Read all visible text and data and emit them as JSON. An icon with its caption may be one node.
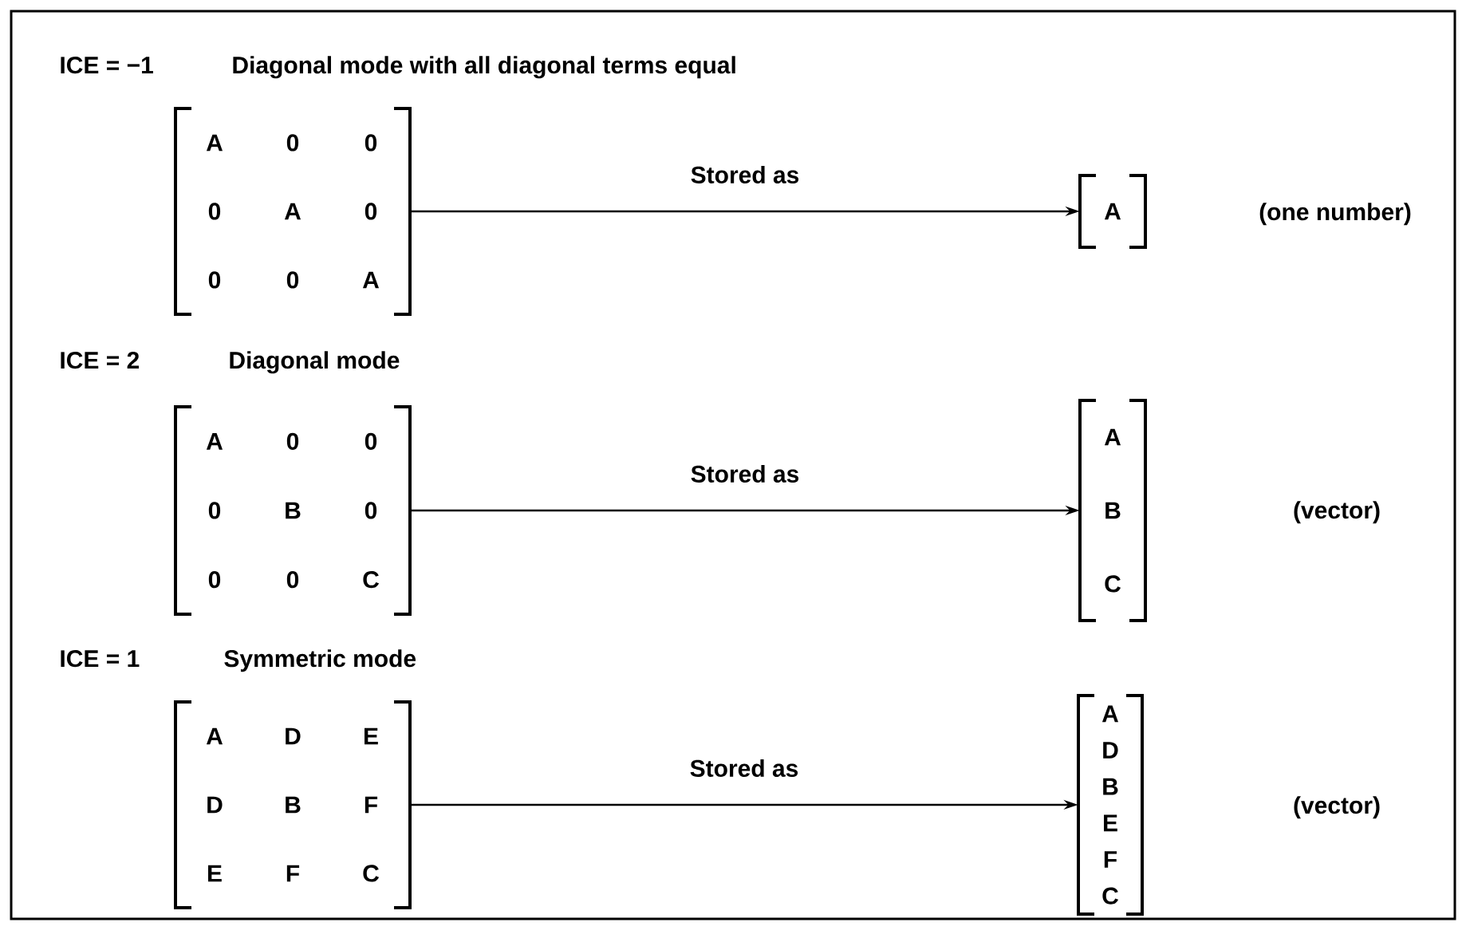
{
  "diagram": {
    "nodes": [
      {
        "text": [
          "A",
          "0",
          "0",
          "0",
          "A",
          "0",
          "0",
          "0",
          "A"
        ]
      },
      {
        "text": [
          "A"
        ]
      },
      {
        "text": [
          "A",
          "0",
          "0",
          "0",
          "B",
          "0",
          "0",
          "0",
          "C"
        ]
      },
      {
        "text": [
          "A",
          "B",
          "C"
        ]
      },
      {
        "text": [
          "A",
          "D",
          "E",
          "D",
          "B",
          "F",
          "E",
          "F",
          "C"
        ]
      },
      {
        "text": [
          "A",
          "D",
          "B",
          "E",
          "F",
          "C"
        ]
      }
    ],
    "edges": [
      {
        "from": 0,
        "to": 1,
        "arrow": "to",
        "label": "Stored as"
      },
      {
        "from": 2,
        "to": 3,
        "arrow": "to",
        "label": "Stored as"
      },
      {
        "from": 4,
        "to": 5,
        "arrow": "to",
        "label": "Stored as"
      }
    ],
    "labels": [
      "ICE = −1",
      "Diagonal mode with all diagonal terms equal",
      "(one number)",
      "ICE = 2",
      "Diagonal mode",
      "(vector)",
      "ICE = 1",
      "Symmetric mode",
      "(vector)"
    ]
  }
}
